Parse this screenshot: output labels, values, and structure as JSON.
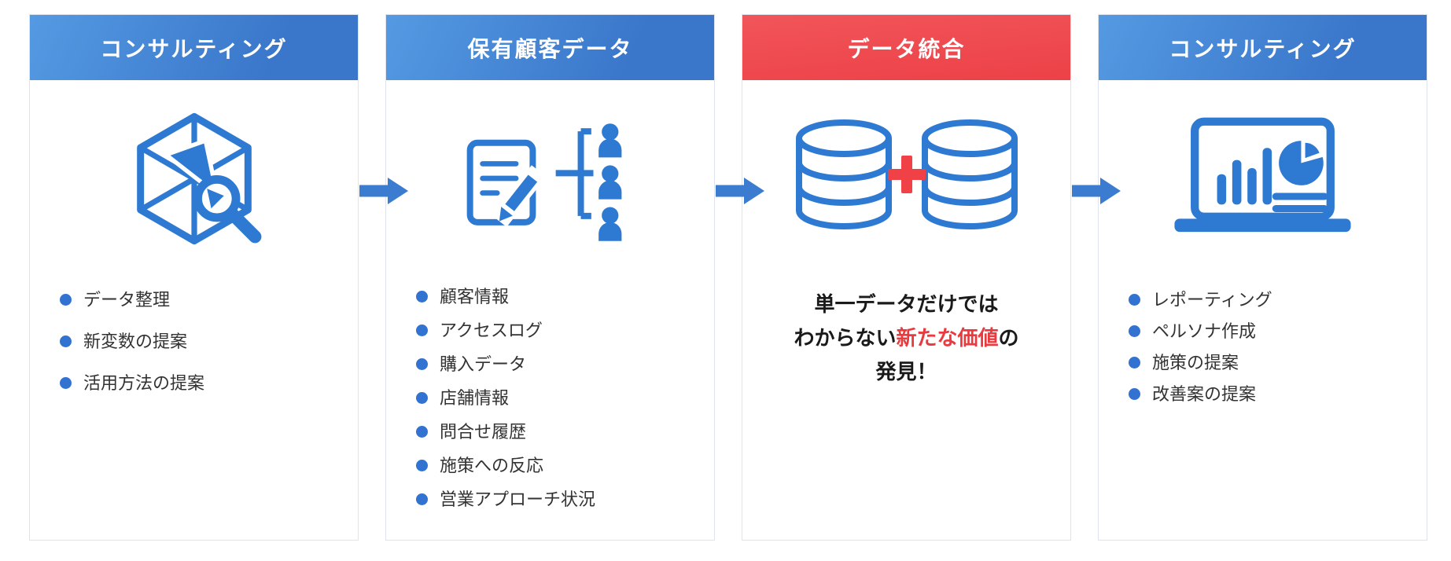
{
  "diagram": {
    "type": "process-flow",
    "colors": {
      "header_blue_start": "#549ae2",
      "header_blue_end": "#3a76ca",
      "header_red": "#ee4a50",
      "icon_blue": "#2e7ad2",
      "bullet_blue": "#3273d2",
      "highlight_red": "#e83a3f",
      "arrow_blue": "#3b7cd1",
      "card_border": "#dde4ee"
    },
    "cards": [
      {
        "title": "コンサルティング",
        "header_color": "blue",
        "icon": "cube-search-icon",
        "items": [
          "データ整理",
          "新変数の提案",
          "活用方法の提案"
        ]
      },
      {
        "title": "保有顧客データ",
        "header_color": "blue",
        "icon": "document-people-icon",
        "items": [
          "顧客情報",
          "アクセスログ",
          "購入データ",
          "店舗情報",
          "問合せ履歴",
          "施策への反応",
          "営業アプローチ状況"
        ]
      },
      {
        "title": "データ統合",
        "header_color": "red",
        "icon": "database-merge-icon",
        "message": {
          "line1": "単一データだけでは",
          "line2_pre": "わからない",
          "line2_highlight": "新たな価値",
          "line2_post": "の",
          "line3": "発見！"
        }
      },
      {
        "title": "コンサルティング",
        "header_color": "blue",
        "icon": "report-laptop-icon",
        "items": [
          "レポーティング",
          "ペルソナ作成",
          "施策の提案",
          "改善案の提案"
        ]
      }
    ],
    "connector": "arrow-right-icon"
  }
}
